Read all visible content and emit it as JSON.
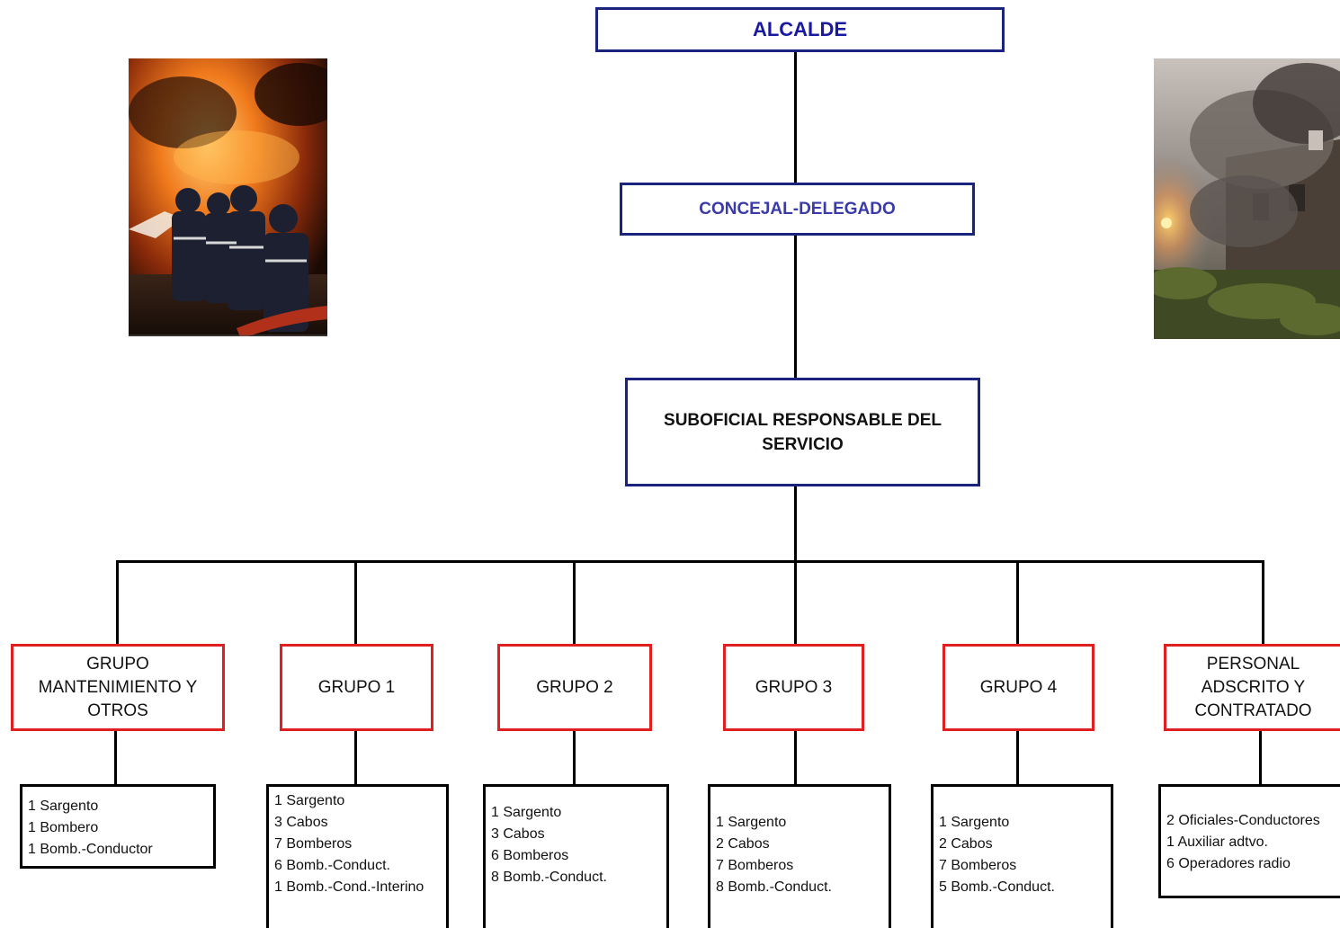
{
  "chart": {
    "top": "ALCALDE",
    "delegate": "CONCEJAL-DELEGADO",
    "head": "SUBOFICIAL RESPONSABLE DEL SERVICIO"
  },
  "groups": [
    {
      "title": "GRUPO MANTENIMIENTO Y OTROS",
      "staff": [
        "1 Sargento",
        "1 Bombero",
        "1 Bomb.-Conductor"
      ]
    },
    {
      "title": "GRUPO 1",
      "staff": [
        "1 Sargento",
        "3 Cabos",
        "7 Bomberos",
        "6 Bomb.-Conduct.",
        "1 Bomb.-Cond.-Interino"
      ]
    },
    {
      "title": "GRUPO 2",
      "staff": [
        "1 Sargento",
        "3 Cabos",
        "6 Bomberos",
        "8 Bomb.-Conduct."
      ]
    },
    {
      "title": "GRUPO 3",
      "staff": [
        "1 Sargento",
        "2 Cabos",
        "7 Bomberos",
        "8 Bomb.-Conduct."
      ]
    },
    {
      "title": "GRUPO 4",
      "staff": [
        "1 Sargento",
        "2 Cabos",
        "7 Bomberos",
        "5 Bomb.-Conduct."
      ]
    },
    {
      "title": "PERSONAL ADSCRITO Y CONTRATADO",
      "staff": [
        "2 Oficiales-Conductores",
        "1 Auxiliar adtvo.",
        "6 Operadores radio"
      ]
    }
  ],
  "colors": {
    "top_border": "#1a237e",
    "top_text": "#1a1aa0",
    "group_border": "#e02020",
    "connector": "#000000"
  },
  "images": [
    "firefighters-photo",
    "burning-building-photo"
  ]
}
